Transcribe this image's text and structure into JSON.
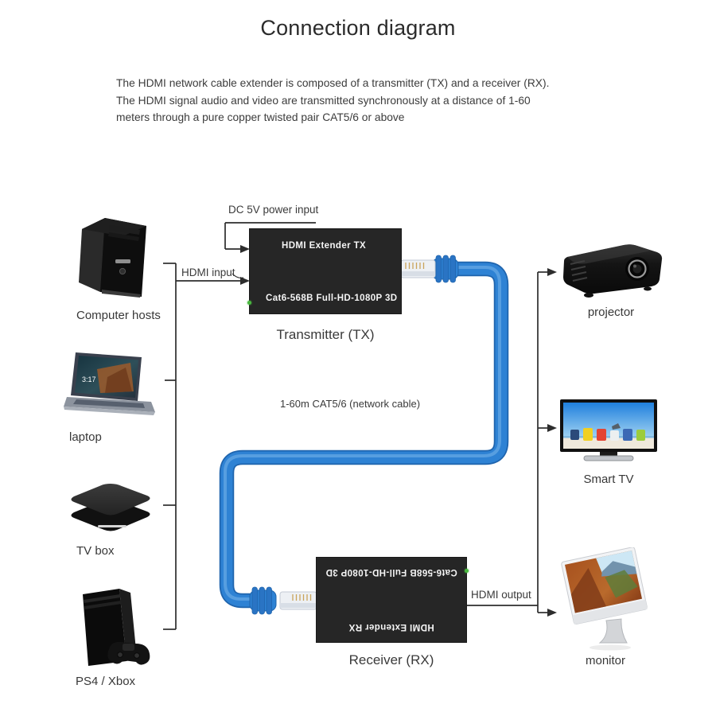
{
  "title": "Connection diagram",
  "description_lines": [
    "The HDMI network cable extender is composed of a transmitter (TX) and a receiver (RX).",
    "The HDMI signal audio and video are transmitted synchronously at a distance of 1-60",
    "meters through a pure copper twisted pair CAT5/6 or above"
  ],
  "annotations": {
    "power_input": "DC 5V power input",
    "hdmi_input": "HDMI input",
    "hdmi_output": "HDMI output",
    "cable_label": "1-60m CAT5/6 (network cable)"
  },
  "transmitter": {
    "panel_top": "HDMI Extender TX",
    "panel_bottom": "Cat6-568B Full-HD-1080P 3D",
    "caption": "Transmitter (TX)"
  },
  "receiver": {
    "panel_top": "Cat6-568B Full-HD-1080P 3D",
    "panel_bottom": "HDMI Extender RX",
    "caption": "Receiver (RX)"
  },
  "sources": [
    {
      "label": "Computer hosts"
    },
    {
      "label": "laptop",
      "screen_clock": "3:17"
    },
    {
      "label": "TV box"
    },
    {
      "label": "PS4 / Xbox"
    }
  ],
  "displays": [
    {
      "label": "projector"
    },
    {
      "label": "Smart TV"
    },
    {
      "label": "monitor"
    }
  ],
  "colors": {
    "cable_blue": "#2e82d4",
    "cable_blue_dark": "#1f64ad",
    "extender_box": "#262626",
    "diagram_line": "#2d2d2d",
    "led_green": "#49b83f"
  }
}
